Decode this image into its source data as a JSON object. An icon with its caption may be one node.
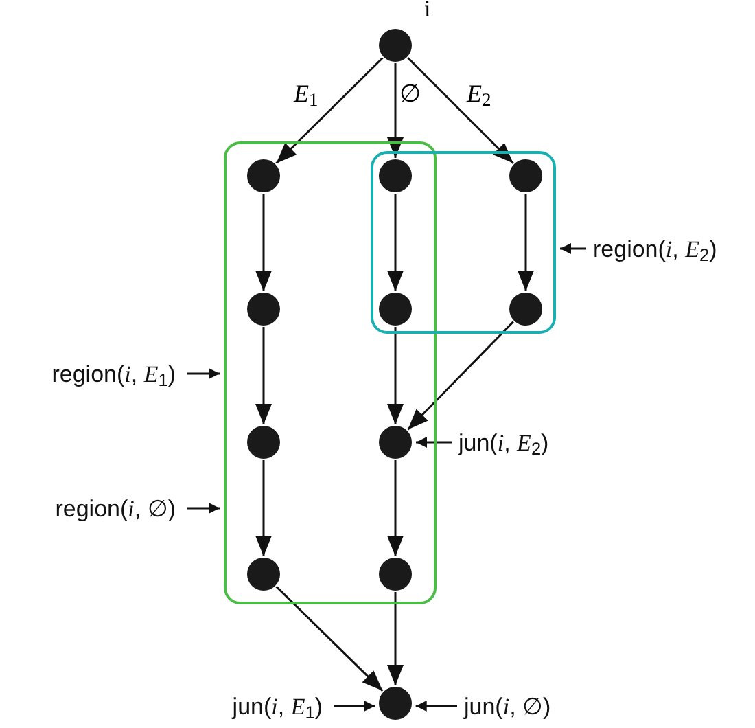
{
  "diagram": {
    "nodes": [
      {
        "text": [],
        "shape": "circle",
        "beside": [
          "i"
        ]
      },
      {
        "text": [],
        "shape": "box"
      },
      {
        "text": [],
        "shape": "box"
      },
      {
        "text": [],
        "shape": "circle",
        "in": 1
      },
      {
        "text": [],
        "shape": "circle"
      },
      {
        "text": [],
        "shape": "circle",
        "in": 2
      },
      {
        "text": [],
        "shape": "circle",
        "in": 1
      },
      {
        "text": [],
        "shape": "circle"
      },
      {
        "text": [],
        "shape": "circle",
        "in": 2
      },
      {
        "text": [
          "region(*i*, *E*$_{2}$)"
        ]
      },
      {
        "text": [
          "region(*i*, *E*$_{1}$)"
        ]
      },
      {
        "text": [],
        "shape": "circle",
        "in": 1
      },
      {
        "text": [],
        "shape": "circle",
        "in": 1
      },
      {
        "text": [
          "jun(*i*, *E*$_{2}$)"
        ]
      },
      {
        "text": [
          "region(*i*, ∅)"
        ]
      },
      {
        "text": [],
        "shape": "circle",
        "in": 1
      },
      {
        "text": [],
        "shape": "circle",
        "in": 1
      },
      {
        "text": [
          "jun(*i*, *E*$_{1}$)"
        ]
      },
      {
        "text": [],
        "shape": "circle"
      },
      {
        "text": [
          "jun(*i*, ∅)"
        ]
      }
    ],
    "edges": [
      {
        "from": 0,
        "to": 3,
        "arrow": "to",
        "label": "*E*$_{1}$"
      },
      {
        "from": 0,
        "to": 4,
        "arrow": "to",
        "label": "∅"
      },
      {
        "from": 0,
        "to": 5,
        "arrow": "to",
        "label": "*E*$_{2}$"
      },
      {
        "from": 3,
        "to": 6,
        "arrow": "to"
      },
      {
        "from": 6,
        "to": 11,
        "arrow": "to"
      },
      {
        "from": 11,
        "to": 15,
        "arrow": "to"
      },
      {
        "from": 4,
        "to": 7,
        "arrow": "to"
      },
      {
        "from": 7,
        "to": 12,
        "arrow": "to"
      },
      {
        "from": 12,
        "to": 16,
        "arrow": "to"
      },
      {
        "from": 5,
        "to": 8,
        "arrow": "to"
      },
      {
        "from": 8,
        "to": 12,
        "arrow": "to"
      },
      {
        "from": 15,
        "to": 18,
        "arrow": "to"
      },
      {
        "from": 16,
        "to": 18,
        "arrow": "to"
      },
      {
        "from": 10,
        "to": 1,
        "arrow": "to"
      },
      {
        "from": 14,
        "to": 1,
        "arrow": "to"
      },
      {
        "from": 9,
        "to": 2,
        "arrow": "to"
      },
      {
        "from": 13,
        "to": 12,
        "arrow": "to"
      },
      {
        "from": 17,
        "to": 18,
        "arrow": "to"
      },
      {
        "from": 19,
        "to": 18,
        "arrow": "to"
      }
    ]
  }
}
